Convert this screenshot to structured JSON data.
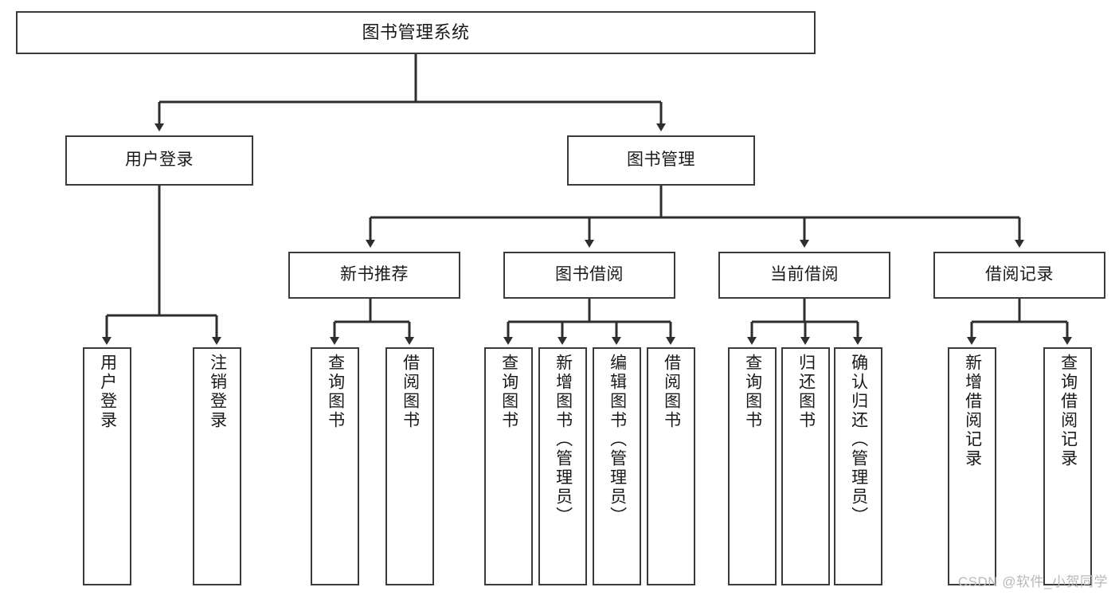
{
  "diagram": {
    "title": "图书管理系统",
    "type": "tree-hierarchy-diagram",
    "colors": {
      "box_border": "#3b3b3b",
      "box_fill": "#ffffff",
      "edge": "#2e2e2e",
      "text": "#1a1a1a",
      "watermark": "#b9b9b9",
      "background": "#ffffff"
    }
  },
  "watermark": {
    "text": "CSDN @软件_小贺同学"
  },
  "nodes": {
    "root": {
      "label": "图书管理系统"
    },
    "level2": [
      {
        "id": "user-login",
        "label": "用户登录"
      },
      {
        "id": "book-management",
        "label": "图书管理"
      }
    ],
    "level3": [
      {
        "id": "new-book-recommend",
        "label": "新书推荐"
      },
      {
        "id": "book-borrow",
        "label": "图书借阅"
      },
      {
        "id": "current-borrow",
        "label": "当前借阅"
      },
      {
        "id": "borrow-record",
        "label": "借阅记录"
      }
    ],
    "leaves": {
      "user_login": [
        {
          "id": "leaf-user-login",
          "label": "用户登录"
        },
        {
          "id": "leaf-logout-login",
          "label": "注销登录"
        }
      ],
      "new_book_recommend": [
        {
          "id": "leaf-query-book-1",
          "label": "查询图书"
        },
        {
          "id": "leaf-borrow-book-1",
          "label": "借阅图书"
        }
      ],
      "book_borrow": [
        {
          "id": "leaf-query-book-2",
          "label": "查询图书"
        },
        {
          "id": "leaf-add-book",
          "label": "新增图书（管理员）"
        },
        {
          "id": "leaf-edit-book",
          "label": "编辑图书（管理员）"
        },
        {
          "id": "leaf-borrow-book-2",
          "label": "借阅图书"
        }
      ],
      "current_borrow": [
        {
          "id": "leaf-query-book-3",
          "label": "查询图书"
        },
        {
          "id": "leaf-return-book",
          "label": "归还图书"
        },
        {
          "id": "leaf-confirm-return",
          "label": "确认归还（管理员）"
        }
      ],
      "borrow_record": [
        {
          "id": "leaf-add-record",
          "label": "新增借阅记录"
        },
        {
          "id": "leaf-query-record",
          "label": "查询借阅记录"
        }
      ]
    }
  },
  "chart_data": {
    "type": "tree",
    "title": "图书管理系统",
    "edges": [
      {
        "from": "图书管理系统",
        "to": "用户登录"
      },
      {
        "from": "图书管理系统",
        "to": "图书管理"
      },
      {
        "from": "用户登录",
        "to": "用户登录"
      },
      {
        "from": "用户登录",
        "to": "注销登录"
      },
      {
        "from": "图书管理",
        "to": "新书推荐"
      },
      {
        "from": "图书管理",
        "to": "图书借阅"
      },
      {
        "from": "图书管理",
        "to": "当前借阅"
      },
      {
        "from": "图书管理",
        "to": "借阅记录"
      },
      {
        "from": "新书推荐",
        "to": "查询图书"
      },
      {
        "from": "新书推荐",
        "to": "借阅图书"
      },
      {
        "from": "图书借阅",
        "to": "查询图书"
      },
      {
        "from": "图书借阅",
        "to": "新增图书（管理员）"
      },
      {
        "from": "图书借阅",
        "to": "编辑图书（管理员）"
      },
      {
        "from": "图书借阅",
        "to": "借阅图书"
      },
      {
        "from": "当前借阅",
        "to": "查询图书"
      },
      {
        "from": "当前借阅",
        "to": "归还图书"
      },
      {
        "from": "当前借阅",
        "to": "确认归还（管理员）"
      },
      {
        "from": "借阅记录",
        "to": "新增借阅记录"
      },
      {
        "from": "借阅记录",
        "to": "查询借阅记录"
      }
    ]
  }
}
